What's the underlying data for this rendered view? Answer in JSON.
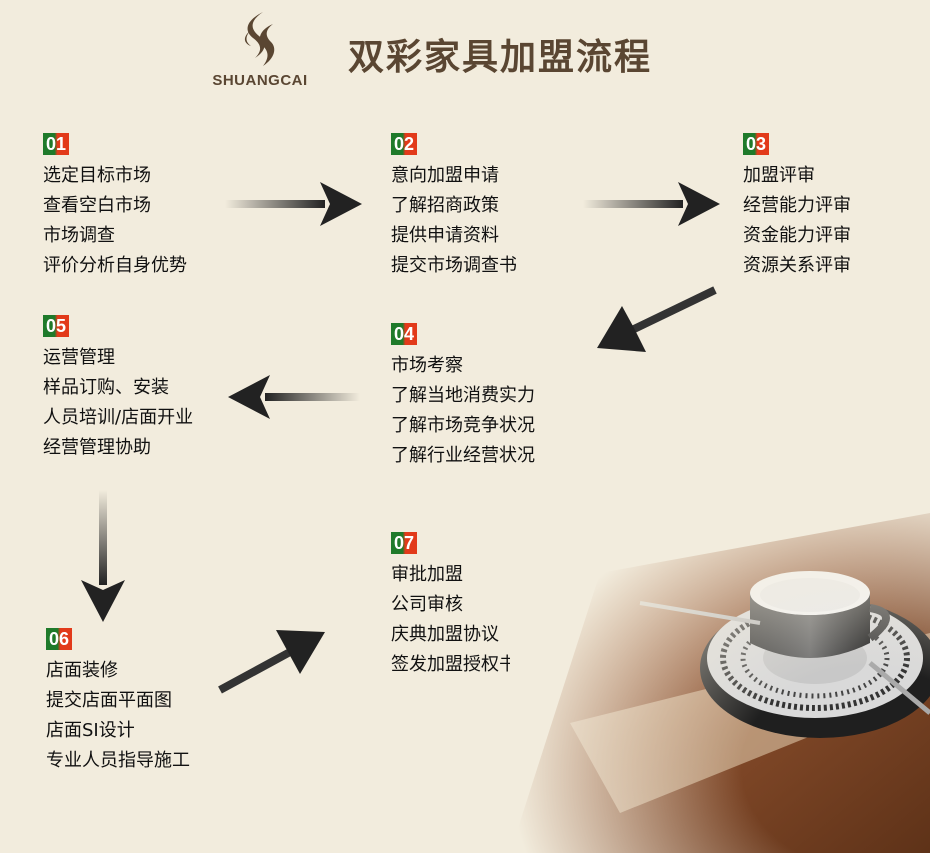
{
  "logo": {
    "text": "SHUANGCAI"
  },
  "title": "双彩家具加盟流程",
  "steps": [
    {
      "num": "01",
      "items": [
        "选定目标市场",
        "查看空白市场",
        "市场调查",
        "评价分析自身优势"
      ]
    },
    {
      "num": "02",
      "items": [
        "意向加盟申请",
        "了解招商政策",
        "提供申请资料",
        "提交市场调查书"
      ]
    },
    {
      "num": "03",
      "items": [
        "加盟评审",
        "经营能力评审",
        "资金能力评审",
        "资源关系评审"
      ]
    },
    {
      "num": "04",
      "items": [
        "市场考察",
        "了解当地消费实力",
        "了解市场竞争状况",
        "了解行业经营状况"
      ]
    },
    {
      "num": "05",
      "items": [
        "运营管理",
        "样品订购、安装",
        "人员培训/店面开业",
        "经营管理协助"
      ]
    },
    {
      "num": "06",
      "items": [
        "店面装修",
        "提交店面平面图",
        "店面SI设计",
        "专业人员指导施工"
      ]
    },
    {
      "num": "07",
      "items": [
        "审批加盟",
        "公司审核",
        "庆典加盟协议",
        "签发加盟授权书"
      ]
    }
  ],
  "colors": {
    "brand": "#5a4632",
    "badge_green": "#1f7a2a",
    "badge_red": "#e23a1a",
    "background": "#f2ecdd"
  }
}
